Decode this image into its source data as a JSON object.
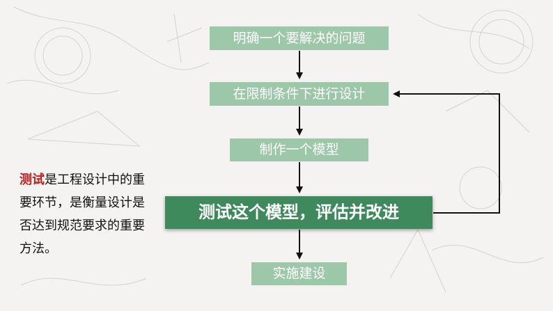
{
  "flow": {
    "steps": [
      "明确一个要解决的问题",
      "在限制条件下进行设计",
      "制作一个模型",
      "测试这个模型，评估并改进",
      "实施建设"
    ]
  },
  "side_text": {
    "highlight": "测试",
    "body": "是工程设计中的重要环节，是衡量设计是否达到规范要求的重要方法。"
  },
  "colors": {
    "step_light": "#9cc7a8",
    "step_dark": "#3f8a5d",
    "highlight": "#c0201f",
    "arrow": "#111111"
  }
}
